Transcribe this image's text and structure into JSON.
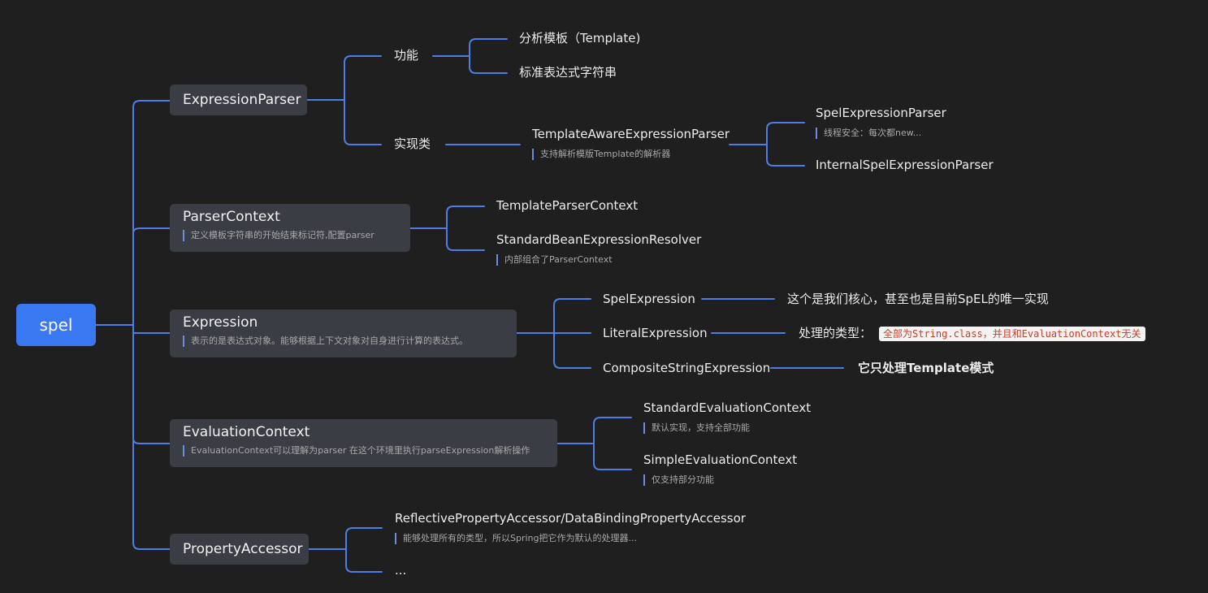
{
  "colors": {
    "background": "#1f1f1f",
    "root": "#3a78f2",
    "box": "#3a3d44",
    "line": "#4e7de6",
    "code_text": "#c7402a"
  },
  "root": {
    "label": "spel"
  },
  "parser": {
    "label": "ExpressionParser",
    "func": {
      "label": "功能",
      "items": [
        "分析模板（Template)",
        "标准表达式字符串"
      ]
    },
    "impl": {
      "label": "实现类",
      "template_aware": {
        "label": "TemplateAwareExpressionParser",
        "note": "支持解析模版Template的解析器"
      },
      "spel_parser": {
        "label": "SpelExpressionParser",
        "note": "线程安全：每次都new..."
      },
      "internal_parser": {
        "label": "InternalSpelExpressionParser"
      }
    }
  },
  "context": {
    "label": "ParserContext",
    "note": "定义模板字符串的开始结束标记符,配置parser",
    "template_ctx": {
      "label": "TemplateParserContext"
    },
    "resolver": {
      "label": "StandardBeanExpressionResolver",
      "note": "内部组合了ParserContext"
    }
  },
  "expression": {
    "label": "Expression",
    "note": "表示的是表达式对象。能够根据上下文对象对自身进行计算的表达式。",
    "spel": {
      "label": "SpelExpression",
      "desc": "这个是我们核心，甚至也是目前SpEL的唯一实现"
    },
    "literal": {
      "label": "LiteralExpression",
      "desc": "处理的类型：",
      "code": "全部为String.class，并且和EvaluationContext无关"
    },
    "composite": {
      "label": "CompositeStringExpression",
      "desc": "它只处理Template模式"
    }
  },
  "evaluation": {
    "label": "EvaluationContext",
    "note": "EvaluationContext可以理解为parser 在这个环境里执行parseExpression解析操作",
    "standard": {
      "label": "StandardEvaluationContext",
      "note": "默认实现，支持全部功能"
    },
    "simple": {
      "label": "SimpleEvaluationContext",
      "note": "仅支持部分功能"
    }
  },
  "accessor": {
    "label": "PropertyAccessor",
    "reflective": {
      "label": "ReflectivePropertyAccessor/DataBindingPropertyAccessor",
      "note": "能够处理所有的类型，所以Spring把它作为默认的处理器..."
    },
    "more": {
      "label": "..."
    }
  }
}
